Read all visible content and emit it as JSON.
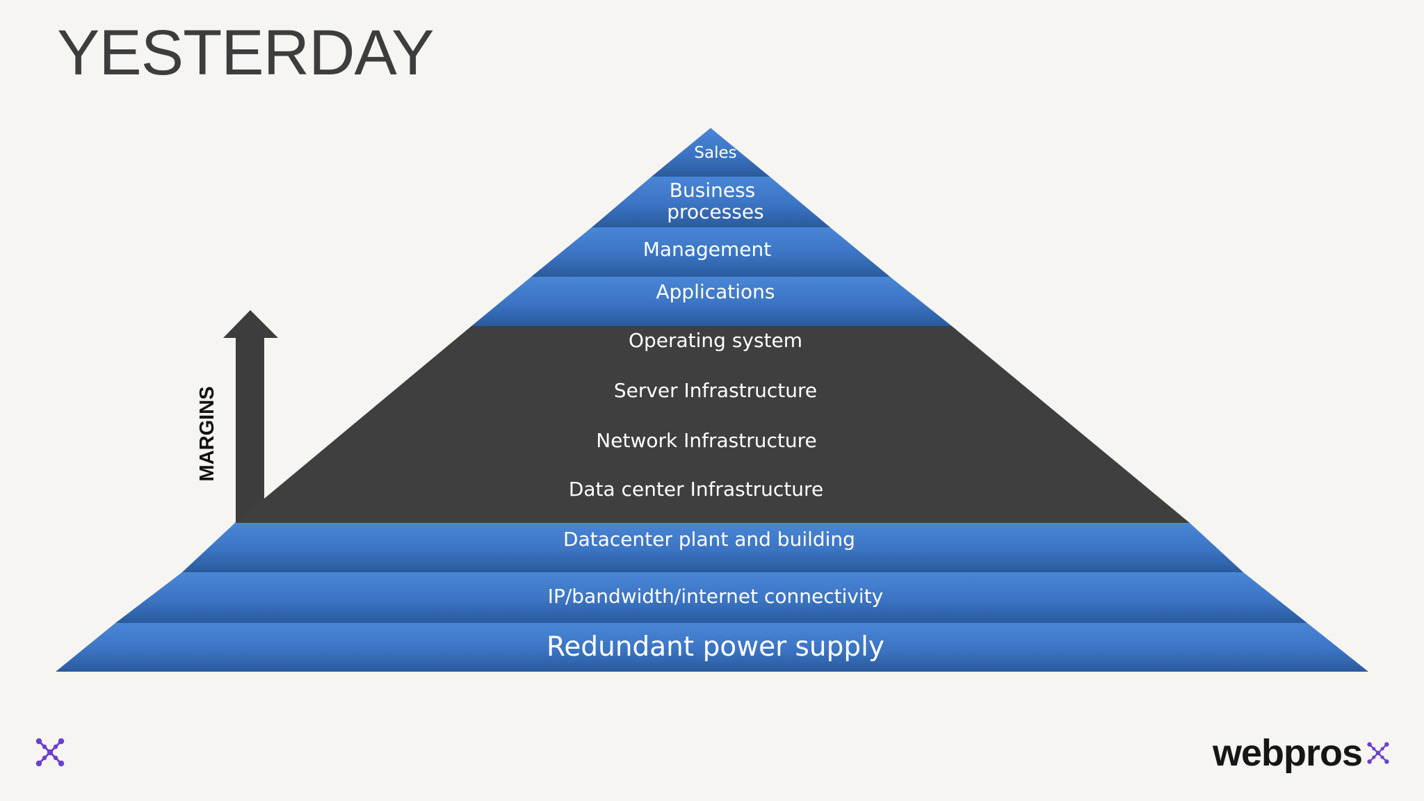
{
  "title": "YESTERDAY",
  "margins_label": "MARGINS",
  "colors": {
    "background": "#f6f5f1",
    "blue_layer": "#3b75c4",
    "blue_layer_dark": "#2a5a9c",
    "dark_layer": "#3f3f3f",
    "arrow": "#3d3d3d",
    "brand_purple": "#6b3fd1"
  },
  "pyramid": {
    "upper_blue_layers": [
      {
        "label": "Sales"
      },
      {
        "label_lines": [
          "Business",
          "processes"
        ]
      },
      {
        "label": "Management"
      },
      {
        "label": "Applications"
      }
    ],
    "dark_layers": [
      {
        "label": "Operating system"
      },
      {
        "label": "Server Infrastructure"
      },
      {
        "label": "Network Infrastructure"
      },
      {
        "label": "Data center Infrastructure"
      }
    ],
    "lower_blue_layers": [
      {
        "label": "Datacenter plant and building"
      },
      {
        "label": "IP/bandwidth/internet connectivity"
      },
      {
        "label": "Redundant power supply"
      }
    ]
  },
  "brand": {
    "name": "webpros",
    "left_icon": "webpros-mark-icon",
    "right_icon": "webpros-mark-icon"
  }
}
